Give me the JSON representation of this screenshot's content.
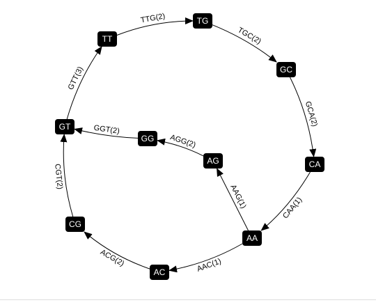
{
  "graph": {
    "nodes": [
      {
        "id": "TT",
        "label": "TT"
      },
      {
        "id": "TG",
        "label": "TG"
      },
      {
        "id": "GC",
        "label": "GC"
      },
      {
        "id": "CA",
        "label": "CA"
      },
      {
        "id": "AA",
        "label": "AA"
      },
      {
        "id": "AG",
        "label": "AG"
      },
      {
        "id": "GG",
        "label": "GG"
      },
      {
        "id": "GT",
        "label": "GT"
      },
      {
        "id": "CG",
        "label": "CG"
      },
      {
        "id": "AC",
        "label": "AC"
      }
    ],
    "edges": [
      {
        "id": "TT-TG",
        "from": "TT",
        "to": "TG",
        "label": "TTG(2)"
      },
      {
        "id": "TG-GC",
        "from": "TG",
        "to": "GC",
        "label": "TGC(2)"
      },
      {
        "id": "GC-CA",
        "from": "GC",
        "to": "CA",
        "label": "GCA(2)"
      },
      {
        "id": "CA-AA",
        "from": "CA",
        "to": "AA",
        "label": "CAA(1)"
      },
      {
        "id": "AA-AG",
        "from": "AA",
        "to": "AG",
        "label": "AAG(1)"
      },
      {
        "id": "AA-AC",
        "from": "AA",
        "to": "AC",
        "label": "AAC(1)"
      },
      {
        "id": "AG-GG",
        "from": "AG",
        "to": "GG",
        "label": "AGG(2)"
      },
      {
        "id": "GG-GT",
        "from": "GG",
        "to": "GT",
        "label": "GGT(2)"
      },
      {
        "id": "AC-CG",
        "from": "AC",
        "to": "CG",
        "label": "ACG(2)"
      },
      {
        "id": "CG-GT",
        "from": "CG",
        "to": "GT",
        "label": "CGT(2)"
      },
      {
        "id": "GT-TT",
        "from": "GT",
        "to": "TT",
        "label": "GTT(3)"
      }
    ]
  }
}
